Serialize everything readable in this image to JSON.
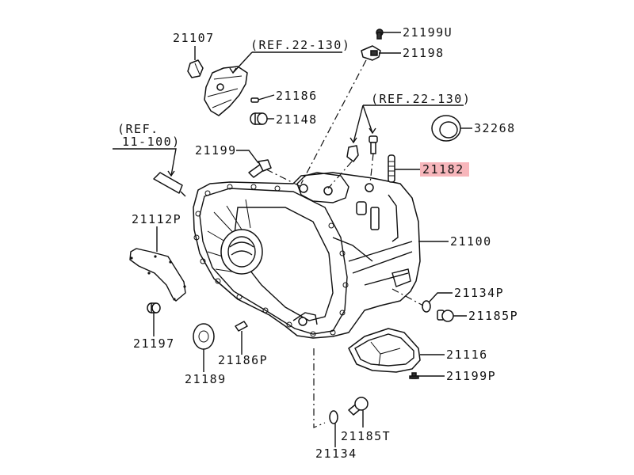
{
  "diagram": {
    "title": "Transaxle case exploded parts diagram",
    "highlight_color": "#f7b6bb",
    "highlighted_part": "21182",
    "references": [
      {
        "id": "ref_top",
        "text": "(REF.22-130)"
      },
      {
        "id": "ref_mid",
        "text": "(REF.22-130)"
      },
      {
        "id": "ref_left_1",
        "text": "(REF."
      },
      {
        "id": "ref_left_2",
        "text": "11-100)"
      }
    ],
    "parts": [
      {
        "number": "21107",
        "icon": "plug-icon"
      },
      {
        "number": "21199U",
        "icon": "bolt-icon"
      },
      {
        "number": "21198",
        "icon": "bracket-icon"
      },
      {
        "number": "21186",
        "icon": "pin-icon"
      },
      {
        "number": "21148",
        "icon": "bushing-icon"
      },
      {
        "number": "32268",
        "icon": "oil-seal-icon"
      },
      {
        "number": "21182",
        "icon": "stud-icon"
      },
      {
        "number": "21199",
        "icon": "bolt-icon"
      },
      {
        "number": "21112P",
        "icon": "gasket-icon"
      },
      {
        "number": "21100",
        "icon": "transaxle-case-icon"
      },
      {
        "number": "21134P",
        "icon": "washer-icon"
      },
      {
        "number": "21185P",
        "icon": "drain-plug-icon"
      },
      {
        "number": "21197",
        "icon": "dowel-icon"
      },
      {
        "number": "21189",
        "icon": "seal-plate-icon"
      },
      {
        "number": "21186P",
        "icon": "pin-icon"
      },
      {
        "number": "21116",
        "icon": "cover-icon"
      },
      {
        "number": "21199P",
        "icon": "bolt-icon"
      },
      {
        "number": "21185T",
        "icon": "plug-icon"
      },
      {
        "number": "21134",
        "icon": "washer-icon"
      }
    ]
  }
}
